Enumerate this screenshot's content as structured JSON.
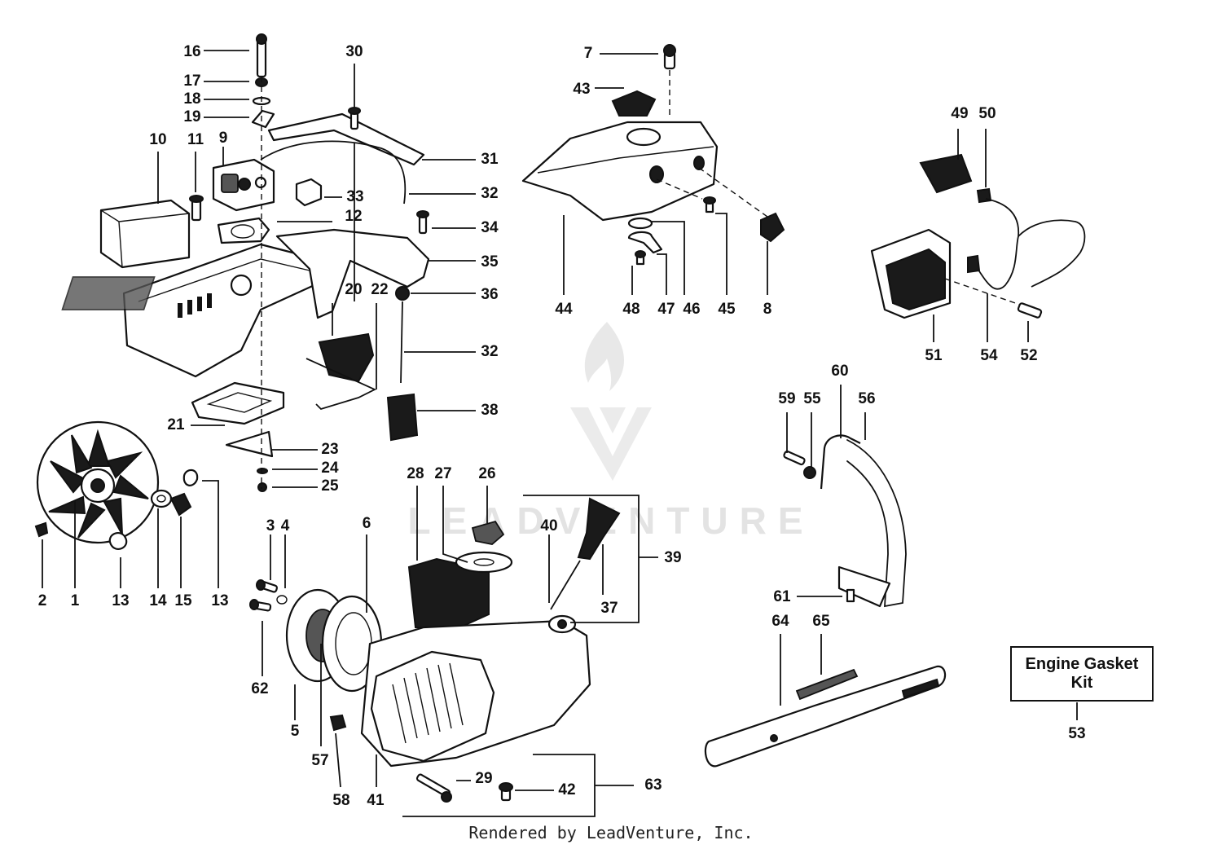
{
  "diagram": {
    "labels": [
      {
        "id": "16",
        "text": "16"
      },
      {
        "id": "17",
        "text": "17"
      },
      {
        "id": "18",
        "text": "18"
      },
      {
        "id": "19",
        "text": "19"
      },
      {
        "id": "30",
        "text": "30"
      },
      {
        "id": "10",
        "text": "10"
      },
      {
        "id": "11",
        "text": "11"
      },
      {
        "id": "9",
        "text": "9"
      },
      {
        "id": "31",
        "text": "31"
      },
      {
        "id": "32a",
        "text": "32"
      },
      {
        "id": "33",
        "text": "33"
      },
      {
        "id": "12",
        "text": "12"
      },
      {
        "id": "34",
        "text": "34"
      },
      {
        "id": "35",
        "text": "35"
      },
      {
        "id": "36",
        "text": "36"
      },
      {
        "id": "20",
        "text": "20"
      },
      {
        "id": "22",
        "text": "22"
      },
      {
        "id": "32b",
        "text": "32"
      },
      {
        "id": "38",
        "text": "38"
      },
      {
        "id": "21",
        "text": "21"
      },
      {
        "id": "23",
        "text": "23"
      },
      {
        "id": "24",
        "text": "24"
      },
      {
        "id": "25",
        "text": "25"
      },
      {
        "id": "2",
        "text": "2"
      },
      {
        "id": "1",
        "text": "1"
      },
      {
        "id": "13a",
        "text": "13"
      },
      {
        "id": "14",
        "text": "14"
      },
      {
        "id": "15",
        "text": "15"
      },
      {
        "id": "13b",
        "text": "13"
      },
      {
        "id": "3",
        "text": "3"
      },
      {
        "id": "4",
        "text": "4"
      },
      {
        "id": "6",
        "text": "6"
      },
      {
        "id": "28",
        "text": "28"
      },
      {
        "id": "27",
        "text": "27"
      },
      {
        "id": "26",
        "text": "26"
      },
      {
        "id": "40",
        "text": "40"
      },
      {
        "id": "39",
        "text": "39"
      },
      {
        "id": "37",
        "text": "37"
      },
      {
        "id": "62",
        "text": "62"
      },
      {
        "id": "5",
        "text": "5"
      },
      {
        "id": "57",
        "text": "57"
      },
      {
        "id": "58",
        "text": "58"
      },
      {
        "id": "41",
        "text": "41"
      },
      {
        "id": "29",
        "text": "29"
      },
      {
        "id": "42",
        "text": "42"
      },
      {
        "id": "63",
        "text": "63"
      },
      {
        "id": "7",
        "text": "7"
      },
      {
        "id": "43",
        "text": "43"
      },
      {
        "id": "44",
        "text": "44"
      },
      {
        "id": "48",
        "text": "48"
      },
      {
        "id": "47",
        "text": "47"
      },
      {
        "id": "46",
        "text": "46"
      },
      {
        "id": "45",
        "text": "45"
      },
      {
        "id": "8",
        "text": "8"
      },
      {
        "id": "49",
        "text": "49"
      },
      {
        "id": "50",
        "text": "50"
      },
      {
        "id": "51",
        "text": "51"
      },
      {
        "id": "54",
        "text": "54"
      },
      {
        "id": "52",
        "text": "52"
      },
      {
        "id": "60",
        "text": "60"
      },
      {
        "id": "59",
        "text": "59"
      },
      {
        "id": "55",
        "text": "55"
      },
      {
        "id": "56",
        "text": "56"
      },
      {
        "id": "61",
        "text": "61"
      },
      {
        "id": "64",
        "text": "64"
      },
      {
        "id": "65",
        "text": "65"
      },
      {
        "id": "53",
        "text": "53"
      }
    ],
    "gasket_kit": {
      "line1": "Engine Gasket",
      "line2": "Kit"
    },
    "watermark": "LEADVENTURE",
    "footer": "Rendered by LeadVenture, Inc."
  }
}
